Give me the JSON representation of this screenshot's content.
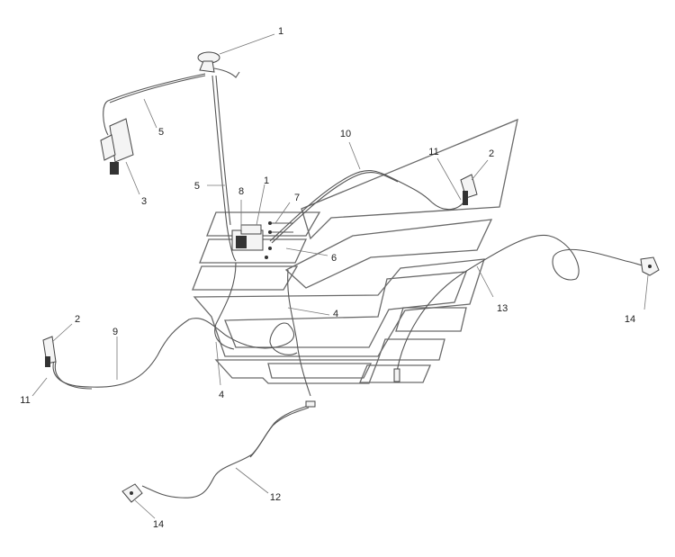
{
  "diagram": {
    "callouts": [
      {
        "id": "c1a",
        "text": "1"
      },
      {
        "id": "c5a",
        "text": "5"
      },
      {
        "id": "c3",
        "text": "3"
      },
      {
        "id": "c5b",
        "text": "5"
      },
      {
        "id": "c8",
        "text": "8"
      },
      {
        "id": "c1b",
        "text": "1"
      },
      {
        "id": "c7",
        "text": "7"
      },
      {
        "id": "c6",
        "text": "6"
      },
      {
        "id": "c10",
        "text": "10"
      },
      {
        "id": "c11a",
        "text": "11"
      },
      {
        "id": "c2a",
        "text": "2"
      },
      {
        "id": "c13",
        "text": "13"
      },
      {
        "id": "c14a",
        "text": "14"
      },
      {
        "id": "c4a",
        "text": "4"
      },
      {
        "id": "c4b",
        "text": "4"
      },
      {
        "id": "c2b",
        "text": "2"
      },
      {
        "id": "c9",
        "text": "9"
      },
      {
        "id": "c11b",
        "text": "11"
      },
      {
        "id": "c12",
        "text": "12"
      },
      {
        "id": "c14b",
        "text": "14"
      }
    ],
    "colors": {
      "line": "#555555",
      "outline": "#6a6a6a",
      "text": "#222222"
    }
  }
}
